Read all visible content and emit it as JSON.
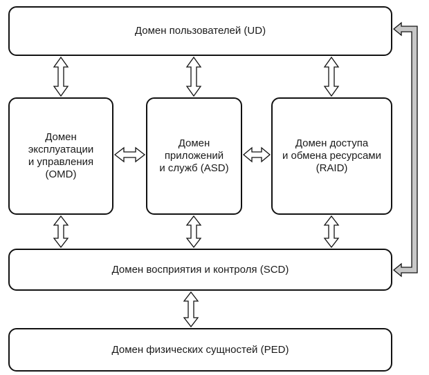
{
  "domains": {
    "ud": {
      "lines": [
        "Домен пользователей (UD)"
      ]
    },
    "omd": {
      "lines": [
        "Домен",
        "эксплуатации",
        "и управления",
        "(OMD)"
      ]
    },
    "asd": {
      "lines": [
        "Домен",
        "приложений",
        "и служб (ASD)"
      ]
    },
    "raid": {
      "lines": [
        "Домен доступа",
        "и обмена ресурсами",
        "(RAID)"
      ]
    },
    "scd": {
      "lines": [
        "Домен восприятия и контроля (SCD)"
      ]
    },
    "ped": {
      "lines": [
        "Домен физических сущностей (PED)"
      ]
    }
  },
  "connections": [
    {
      "from": "ud",
      "to": "omd",
      "type": "bidirectional"
    },
    {
      "from": "ud",
      "to": "asd",
      "type": "bidirectional"
    },
    {
      "from": "ud",
      "to": "raid",
      "type": "bidirectional"
    },
    {
      "from": "omd",
      "to": "asd",
      "type": "bidirectional"
    },
    {
      "from": "asd",
      "to": "raid",
      "type": "bidirectional"
    },
    {
      "from": "omd",
      "to": "scd",
      "type": "bidirectional"
    },
    {
      "from": "asd",
      "to": "scd",
      "type": "bidirectional"
    },
    {
      "from": "raid",
      "to": "scd",
      "type": "bidirectional"
    },
    {
      "from": "scd",
      "to": "ped",
      "type": "bidirectional"
    },
    {
      "from": "scd",
      "to": "ud",
      "type": "bidirectional",
      "route": "right-side loop",
      "color": "#c8c8c8"
    }
  ],
  "colors": {
    "border": "#111111",
    "arrow_fill": "#ffffff",
    "loop_fill": "#c8c8c8"
  }
}
